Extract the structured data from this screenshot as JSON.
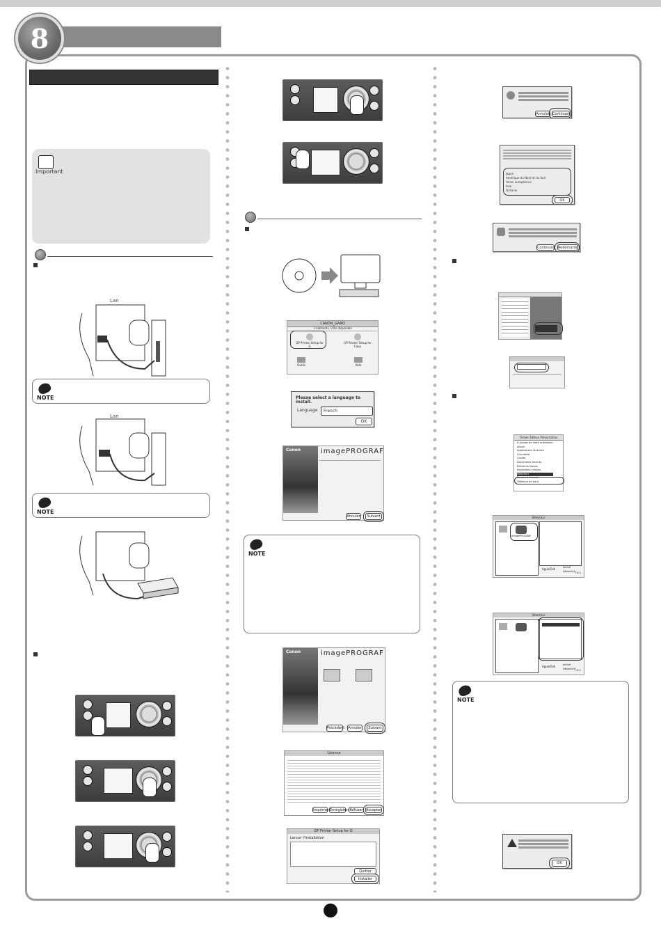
{
  "chapter": {
    "number": "8"
  },
  "labels": {
    "important": "Important",
    "note": "NOTE"
  },
  "screens": {
    "canon_window": {
      "title": "CANON_GARO",
      "subtitle": "2 éléments, 0 Ko disponible",
      "item1": "GP Printer Setup for G",
      "item2": "GP Printer Setup for Copy",
      "item3": "Outils",
      "item4": "Aide"
    },
    "language_dialog": {
      "prompt": "Please select a language to install.",
      "field_label": "Language",
      "selected": "French",
      "ok": "OK"
    },
    "installer": {
      "brand": "Canon",
      "product": "imagePROGRAF",
      "btn_next": "Suivant",
      "btn_cancel": "Annuler",
      "btn_back": "Précédent"
    },
    "license": {
      "title": "Licence",
      "btn_accept": "Accepter",
      "btn_refuse": "Refuser",
      "btn_print": "Imprimer",
      "btn_save": "Enregistrer"
    },
    "setup_window": {
      "title": "GP Printer Setup for G",
      "heading": "Lancer l'installation",
      "btn_quit": "Quitter",
      "btn_install": "Installer"
    },
    "quit_apps_dialog": {
      "btn_cancel": "Annuler",
      "btn_continue": "Continuer"
    },
    "region_dialog": {
      "options": [
        "Japon",
        "Amérique du Nord et du Sud",
        "Union européenne",
        "Asie",
        "Océanie"
      ],
      "ok": "OK"
    },
    "restart_dialog": {
      "btn_continue": "Continuer",
      "btn_restart": "Redémarrer"
    },
    "chooser": {
      "title": "Sélecteur",
      "item": "imagePROGRAF",
      "appletalk": "AppleTalk",
      "active": "Activé",
      "inactive": "Désactivé",
      "version": "7.6.1"
    },
    "apple_menu": {
      "items": [
        "À propos de votre ordinateur",
        "Album",
        "Applications récentes",
        "Calculette",
        "Clavier",
        "Documents récents",
        "Éléments favoris",
        "Explorateur réseau",
        "Sélecteur",
        "Serveurs récents",
        "Tableaux de bord"
      ],
      "menubar": "Fichier  Édition  Présentation"
    },
    "final_alert": {
      "ok": "OK"
    }
  }
}
